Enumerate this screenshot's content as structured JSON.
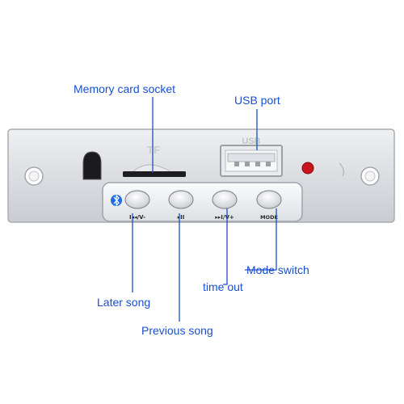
{
  "labels": {
    "memory_card_socket": "Memory card socket",
    "usb_port": "USB port",
    "mode_switch": "Mode switch",
    "time_out": "time out",
    "later_song": "Later song",
    "previous_song": "Previous song"
  },
  "panel_markings": {
    "tf": "TF",
    "usb": "USB",
    "btn1": "I◂◂/V-",
    "btn2": "▸II",
    "btn3": "▸▸I/V+",
    "btn4": "MODE"
  },
  "colors": {
    "callout_text": "#1a4fd0",
    "leader_line": "#1d4fc4",
    "panel": "#dcdfe3",
    "indicator_led": "#c8141c",
    "bluetooth": "#1e6fd9"
  },
  "icons": [
    "bluetooth-icon"
  ]
}
